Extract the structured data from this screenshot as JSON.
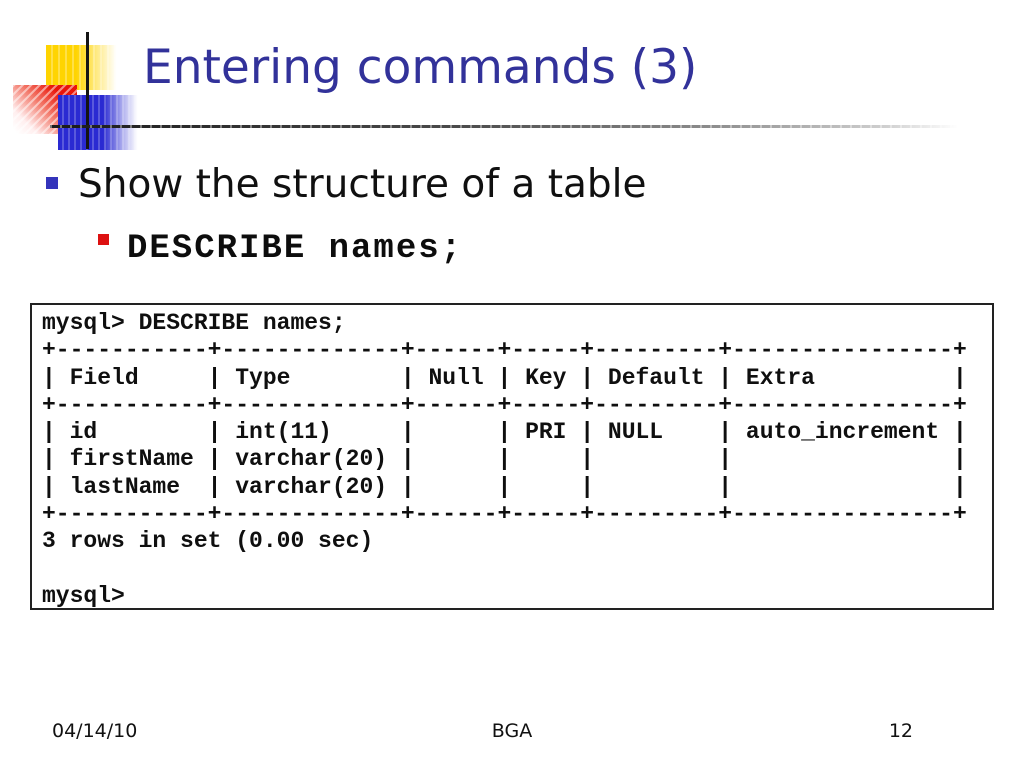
{
  "title": "Entering commands (3)",
  "bullets": {
    "main": "Show the structure of a table",
    "sub": "DESCRIBE names;"
  },
  "terminal": {
    "lines": [
      "mysql> DESCRIBE names;",
      "+-----------+-------------+------+-----+---------+----------------+",
      "| Field     | Type        | Null | Key | Default | Extra          |",
      "+-----------+-------------+------+-----+---------+----------------+",
      "| id        | int(11)     |      | PRI | NULL    | auto_increment |",
      "| firstName | varchar(20) |      |     |         |                |",
      "| lastName  | varchar(20) |      |     |         |                |",
      "+-----------+-------------+------+-----+---------+----------------+",
      "3 rows in set (0.00 sec)",
      "",
      "mysql>"
    ]
  },
  "footer": {
    "date": "04/14/10",
    "center": "BGA",
    "page": "12"
  },
  "colors": {
    "title": "#32329a",
    "bullet_blue": "#3434bb",
    "bullet_red": "#dd1111",
    "deco_yellow": "#ffd400",
    "deco_red": "#e91409",
    "deco_blue": "#2a2ad2"
  }
}
